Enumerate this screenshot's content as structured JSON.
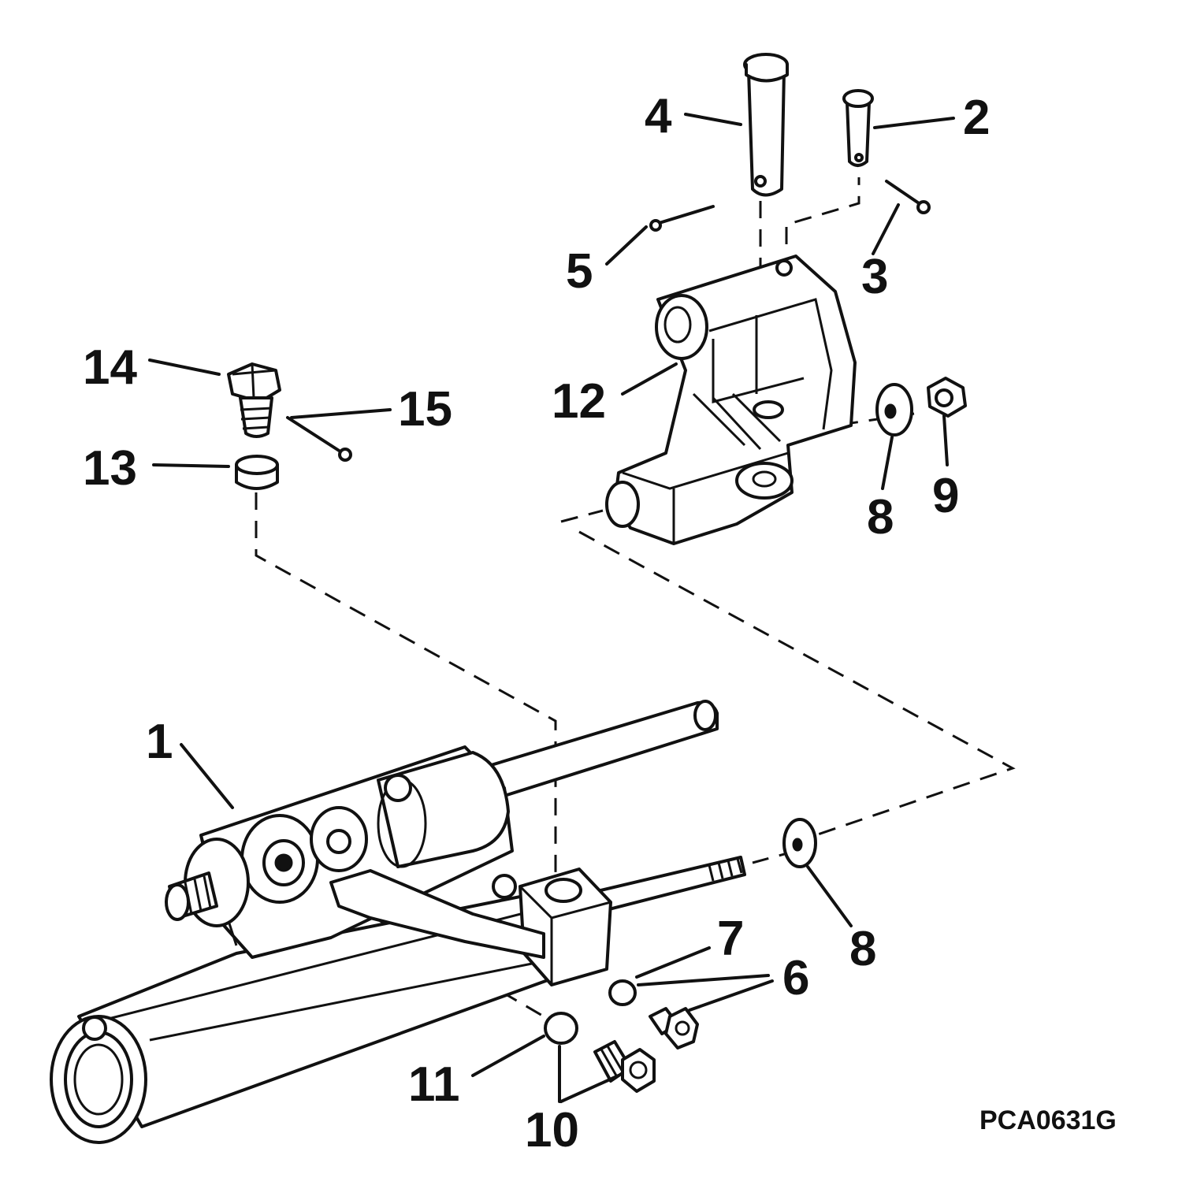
{
  "figure": {
    "code": "PCA0631G"
  },
  "callouts": {
    "c1": "1",
    "c2": "2",
    "c3": "3",
    "c4": "4",
    "c5": "5",
    "c6": "6",
    "c7": "7",
    "c8a": "8",
    "c8b": "8",
    "c9": "9",
    "c10": "10",
    "c11": "11",
    "c12": "12",
    "c13": "13",
    "c14": "14",
    "c15": "15"
  }
}
